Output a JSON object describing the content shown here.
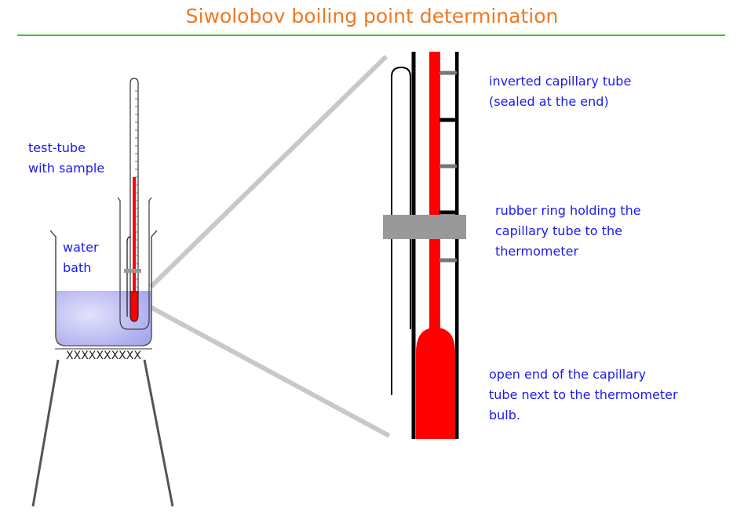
{
  "title": "Siwolobov boiling point determination",
  "colors": {
    "title": "#f07820",
    "rule": "#33cc33",
    "label": "#1a1aee",
    "mercury": "#ff0000",
    "water": "#b8b8f4",
    "ring": "#999999",
    "glass": "#000000",
    "zoom_lines": "#c8c8c8",
    "stand": "#555555"
  },
  "labels": {
    "test_tube": [
      "test-tube",
      "with sample"
    ],
    "water_bath": [
      "water",
      "bath"
    ],
    "capillary": [
      "inverted capillary tube",
      "(sealed at the end)"
    ],
    "rubber_ring": [
      "rubber ring holding the",
      "capillary tube to the",
      "thermometer"
    ],
    "open_end": [
      "open end of the capillary",
      "tube next to the thermometer",
      "bulb."
    ]
  },
  "gauze_text": "XXXXXXXXXX"
}
